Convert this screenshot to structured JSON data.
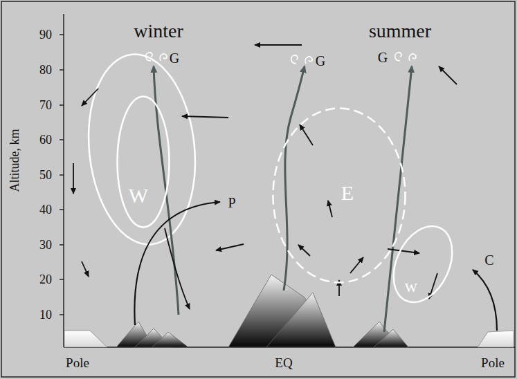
{
  "diagram": {
    "nodes": [
      {
        "text": [
          "W"
        ]
      },
      {
        "text": [
          "E"
        ]
      },
      {
        "text": [
          "w"
        ]
      }
    ],
    "labels": [
      "winter",
      "summer",
      "90",
      "80",
      "70",
      "60",
      "50",
      "40",
      "30",
      "20",
      "10",
      "Altitude, km",
      "G",
      "G",
      "G",
      "P",
      "C",
      "Pole",
      "EQ",
      "Pole"
    ]
  }
}
